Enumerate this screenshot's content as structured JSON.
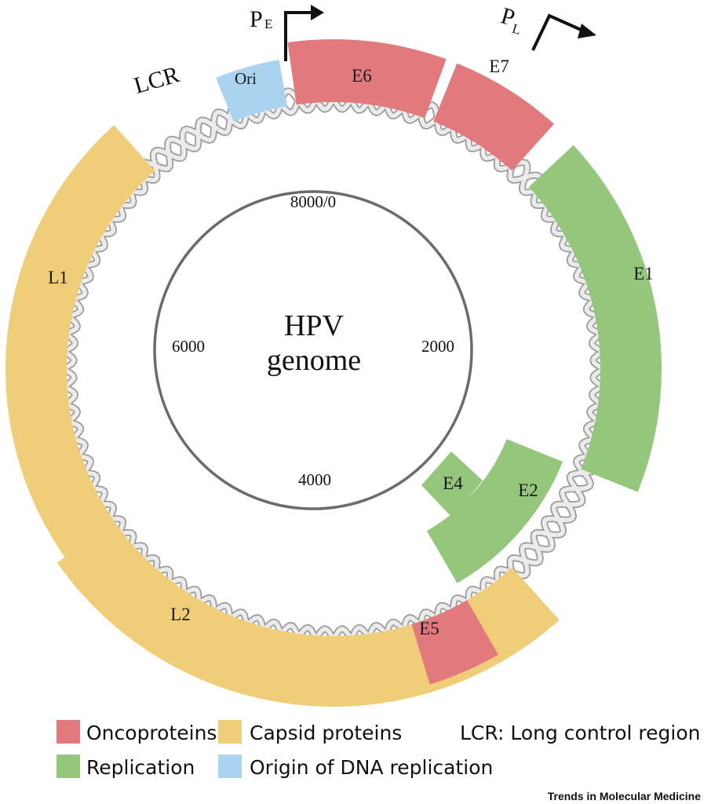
{
  "colors": {
    "oncoprotein": "#e27a7d",
    "replication": "#94c67c",
    "capsid": "#f0cd78",
    "origin": "#a9d3ef",
    "circle_stroke": "#6b6b6b",
    "dna_fill": "#ebebeb",
    "dna_stroke": "#9a9a9a"
  },
  "center": {
    "line1": "HPV",
    "line2": "genome"
  },
  "positions": {
    "top": "8000/0",
    "right": "2000",
    "bottom": "4000",
    "left": "6000"
  },
  "genes": [
    {
      "label": "Ori",
      "category": "origin"
    },
    {
      "label": "E6",
      "category": "oncoprotein"
    },
    {
      "label": "E7",
      "category": "oncoprotein"
    },
    {
      "label": "E1",
      "category": "replication"
    },
    {
      "label": "E2",
      "category": "replication"
    },
    {
      "label": "E4",
      "category": "replication"
    },
    {
      "label": "E5",
      "category": "oncoprotein"
    },
    {
      "label": "L2",
      "category": "capsid"
    },
    {
      "label": "L1",
      "category": "capsid"
    }
  ],
  "region_label": "LCR",
  "promoters": {
    "early": {
      "letter": "P",
      "subscript": "E"
    },
    "late": {
      "letter": "P",
      "subscript": "L"
    }
  },
  "legend": [
    {
      "label": "Oncoproteins",
      "category": "oncoprotein"
    },
    {
      "label": "Capsid proteins",
      "category": "capsid"
    },
    {
      "label": "Replication",
      "category": "replication"
    },
    {
      "label": "Origin of DNA replication",
      "category": "origin"
    }
  ],
  "legend_note": "LCR: Long control region",
  "credit": "Trends in Molecular Medicine"
}
